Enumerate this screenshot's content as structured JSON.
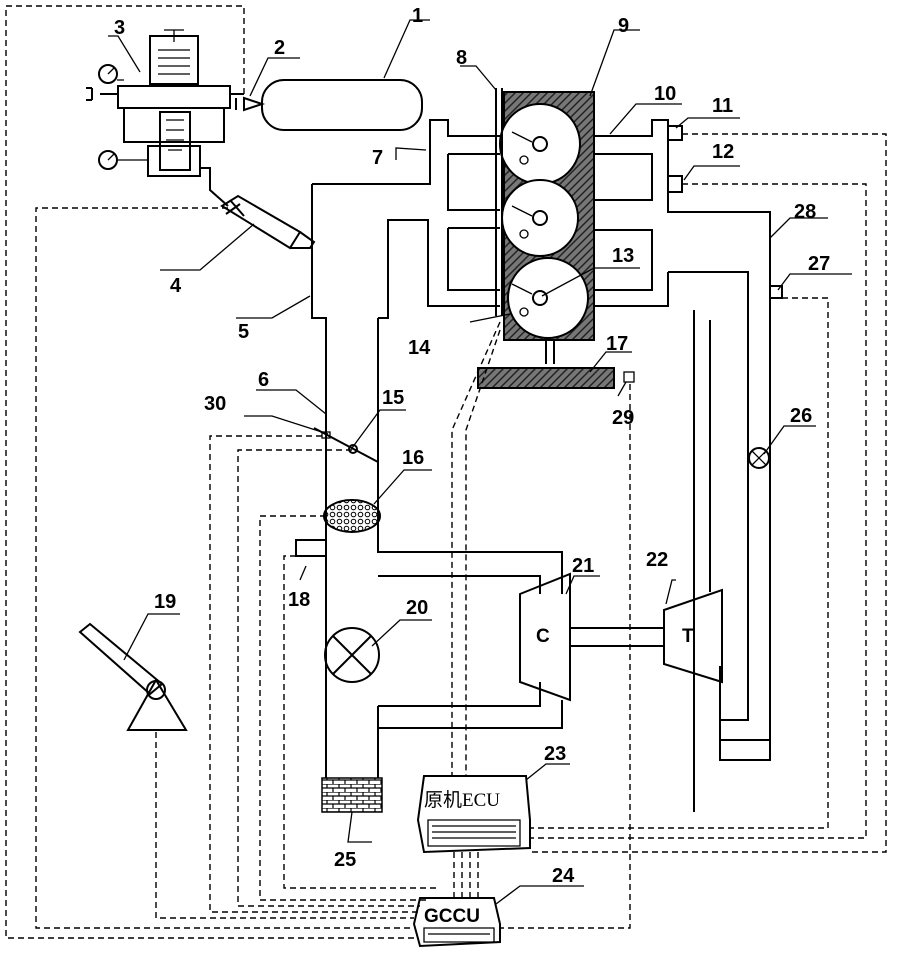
{
  "callouts": [
    "1",
    "2",
    "3",
    "4",
    "5",
    "6",
    "7",
    "8",
    "9",
    "10",
    "11",
    "12",
    "13",
    "14",
    "15",
    "16",
    "17",
    "18",
    "19",
    "20",
    "21",
    "22",
    "23",
    "24",
    "25",
    "26",
    "27",
    "28",
    "29",
    "30"
  ],
  "compressor_label": "C",
  "turbine_label": "T",
  "ecu_original_label": "原机ECU",
  "ecu_gas_label": "GCCU",
  "colors": {
    "ink": "#000000",
    "background": "#ffffff",
    "block_fill": "#555555"
  }
}
